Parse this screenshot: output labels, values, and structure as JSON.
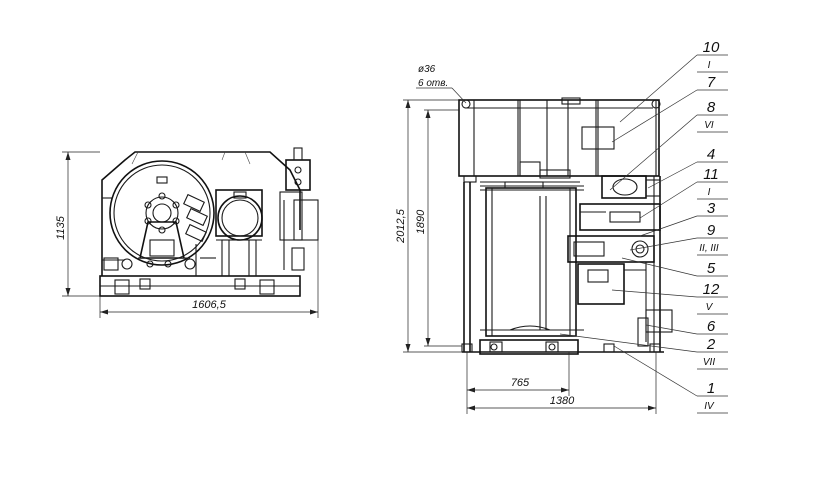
{
  "left_view": {
    "dims": {
      "height": "1135",
      "width": "1606,5"
    }
  },
  "right_view": {
    "hole_note": {
      "diameter": "ø36",
      "count": "6 отв."
    },
    "dims": {
      "overall_height": "2012,5",
      "height": "1890",
      "width_partial": "765",
      "width": "1380"
    },
    "callouts": [
      {
        "num": "10",
        "roman": "I"
      },
      {
        "num": "7",
        "roman": ""
      },
      {
        "num": "8",
        "roman": "VI"
      },
      {
        "num": "4",
        "roman": ""
      },
      {
        "num": "11",
        "roman": "I"
      },
      {
        "num": "3",
        "roman": ""
      },
      {
        "num": "9",
        "roman": "II, III"
      },
      {
        "num": "5",
        "roman": ""
      },
      {
        "num": "12",
        "roman": "V"
      },
      {
        "num": "6",
        "roman": ""
      },
      {
        "num": "2",
        "roman": "VII"
      },
      {
        "num": "1",
        "roman": "IV"
      }
    ]
  }
}
